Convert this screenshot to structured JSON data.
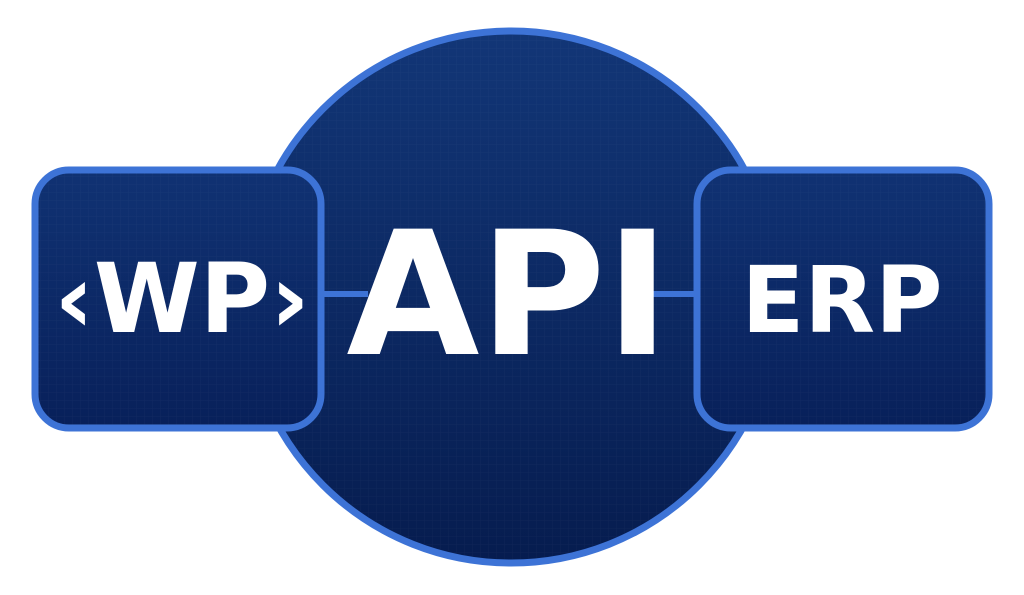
{
  "colors": {
    "border": "#3d73d6",
    "fill_top": "#0f2f72",
    "fill_bottom": "#071e52",
    "connector": "#3d73d6",
    "text": "#ffffff"
  },
  "nodes": {
    "left": {
      "label": "‹WP›"
    },
    "center": {
      "label": "API"
    },
    "right": {
      "label": "ERP"
    }
  }
}
